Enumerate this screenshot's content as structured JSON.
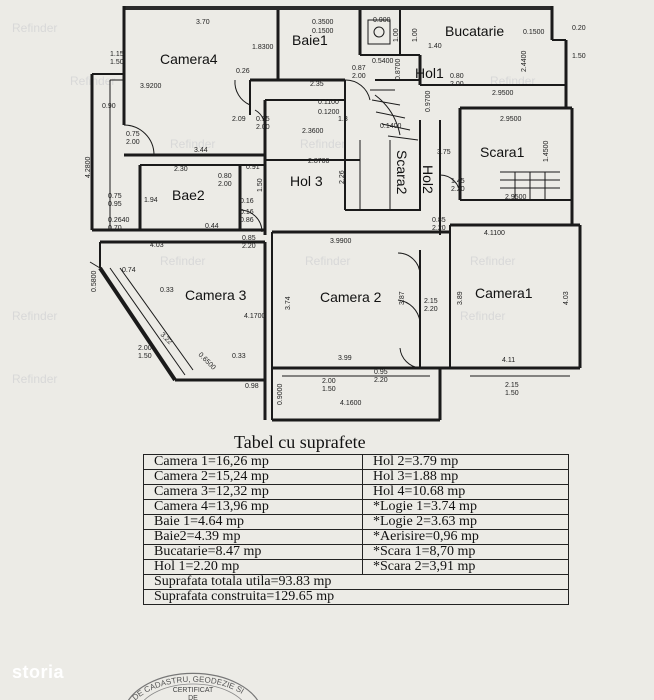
{
  "rooms": {
    "camera4": "Camera4",
    "baie1": "Baie1",
    "bucatarie": "Bucatarie",
    "hol1": "Hol1",
    "scara1": "Scara1",
    "bae2": "Bae2",
    "hol3": "Hol 3",
    "scara2": "Scara2",
    "hol2": "Hol2",
    "camera3": "Camera 3",
    "camera2": "Camera 2",
    "camera1": "Camera1"
  },
  "dimensions": {
    "d_370": "3.70",
    "d_0350": "0.3500",
    "d_01500a": "0.1500",
    "d_0900t": "0.900",
    "d_100a": "1.00",
    "d_100b": "1.00",
    "d_01500b": "0.1500",
    "d_020": "0.20",
    "d_150r": "1.50",
    "d_115": "1.15",
    "d_150l": "1.50",
    "d_18300": "1.8300",
    "d_05400": "0.5400",
    "d_140": "1.40",
    "d_24400": "2.4400",
    "d_026": "0.26",
    "d_087": "0.87",
    "d_200a": "2.00",
    "d_08700": "0.8700",
    "d_080": "0.80",
    "d_200b": "2.00",
    "d_39200": "3.9200",
    "d_235": "2.35",
    "d_29500a": "2.9500",
    "d_090": "0.90",
    "d_01100": "0.1100",
    "d_01200": "0.1200",
    "d_13": "1.3",
    "d_09700": "0.9700",
    "d_209": "2.09",
    "d_095": "0.95",
    "d_200c": "2.00",
    "d_23600": "2.3600",
    "d_01400": "0.1400",
    "d_29500b": "2.9500",
    "d_075a": "0.75",
    "d_200d": "2.00",
    "d_344": "3.44",
    "d_375": "3.75",
    "d_14500": "1.4500",
    "d_42800": "4.2800",
    "d_28700": "2.8700",
    "d_230": "2.30",
    "d_091": "0.91",
    "d_080b": "0.80",
    "d_200e": "2.00",
    "d_226": "2.26",
    "d_150": "1.50",
    "d_145": "1.45",
    "d_220a": "2.20",
    "d_075b": "0.75",
    "d_095b": "0.95",
    "d_194": "1.94",
    "d_29500c": "2.9500",
    "d_016a": "0.16",
    "d_026400": "0.2640",
    "d_070": "0.70",
    "d_044": "0.44",
    "d_016b": "0.16",
    "d_086": "0.86",
    "d_085": "0.85",
    "d_220b": "2.20",
    "d_41100": "4.1100",
    "d_085b": "0.85",
    "d_220c": "2.20",
    "d_39900": "3.9900",
    "d_403a": "4.03",
    "d_074": "0.74",
    "d_05800": "0.5800",
    "d_033a": "0.33",
    "d_374": "3.74",
    "d_387": "3.87",
    "d_215a": "2.15",
    "d_220d": "2.20",
    "d_389": "3.89",
    "d_403b": "4.03",
    "d_41700": "4.1700",
    "d_322": "3.22",
    "d_200f": "2.00",
    "d_150f": "1.50",
    "d_06500": "0.6500",
    "d_033b": "0.33",
    "d_399": "3.99",
    "d_411": "4.11",
    "d_098": "0.98",
    "d_095c": "0.95",
    "d_220e": "2.20",
    "d_200g": "2.00",
    "d_150g": "1.50",
    "d_09000": "0.9000",
    "d_41600": "4.1600",
    "d_215b": "2.15",
    "d_150h": "1.50"
  },
  "watermark": "Refinder",
  "table": {
    "title": "Tabel cu suprafete",
    "rows": [
      [
        "Camera 1=16,26 mp",
        "Hol 2=3.79 mp"
      ],
      [
        "Camera 2=15,24 mp",
        "Hol 3=1.88 mp"
      ],
      [
        "Camera 3=12,32 mp",
        "Hol 4=10.68 mp"
      ],
      [
        "Camera 4=13,96 mp",
        "*Logie 1=3.74 mp"
      ],
      [
        "Baie 1=4.64 mp",
        "*Logie 2=3.63 mp"
      ],
      [
        "Baie2=4.39 mp",
        "*Aerisire=0,96 mp"
      ],
      [
        "Bucatarie=8.47 mp",
        "*Scara 1=8,70 mp"
      ],
      [
        "Hol 1=2.20 mp",
        "*Scara 2=3,91 mp"
      ]
    ],
    "total_utila": "Suprafata totala utila=93.83 mp",
    "total_construita": "Suprafata construita=129.65 mp"
  },
  "stamp": {
    "arc_text": "AL DE CADASTRU, GEODEZIE SI",
    "line1": "CERTIFICAT",
    "line2": "DE"
  },
  "brand": "storia"
}
